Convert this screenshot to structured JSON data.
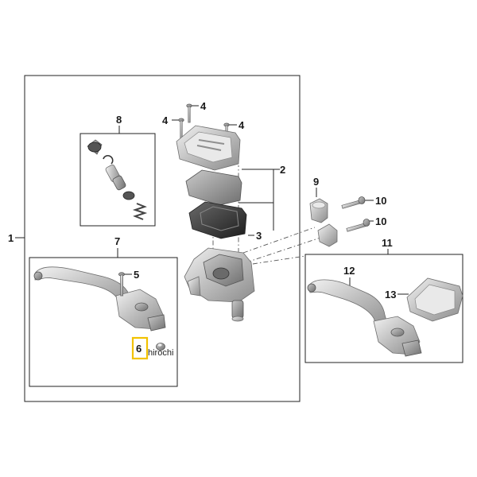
{
  "callouts": {
    "c1": "1",
    "c2": "2",
    "c3": "3",
    "c4a": "4",
    "c4b": "4",
    "c4c": "4",
    "c5": "5",
    "c6": "6",
    "c7": "7",
    "c8": "8",
    "c9": "9",
    "c10a": "10",
    "c10b": "10",
    "c11": "11",
    "c12": "12",
    "c13": "13"
  },
  "watermark": "hirochi",
  "highlight_color": "#f2c200"
}
